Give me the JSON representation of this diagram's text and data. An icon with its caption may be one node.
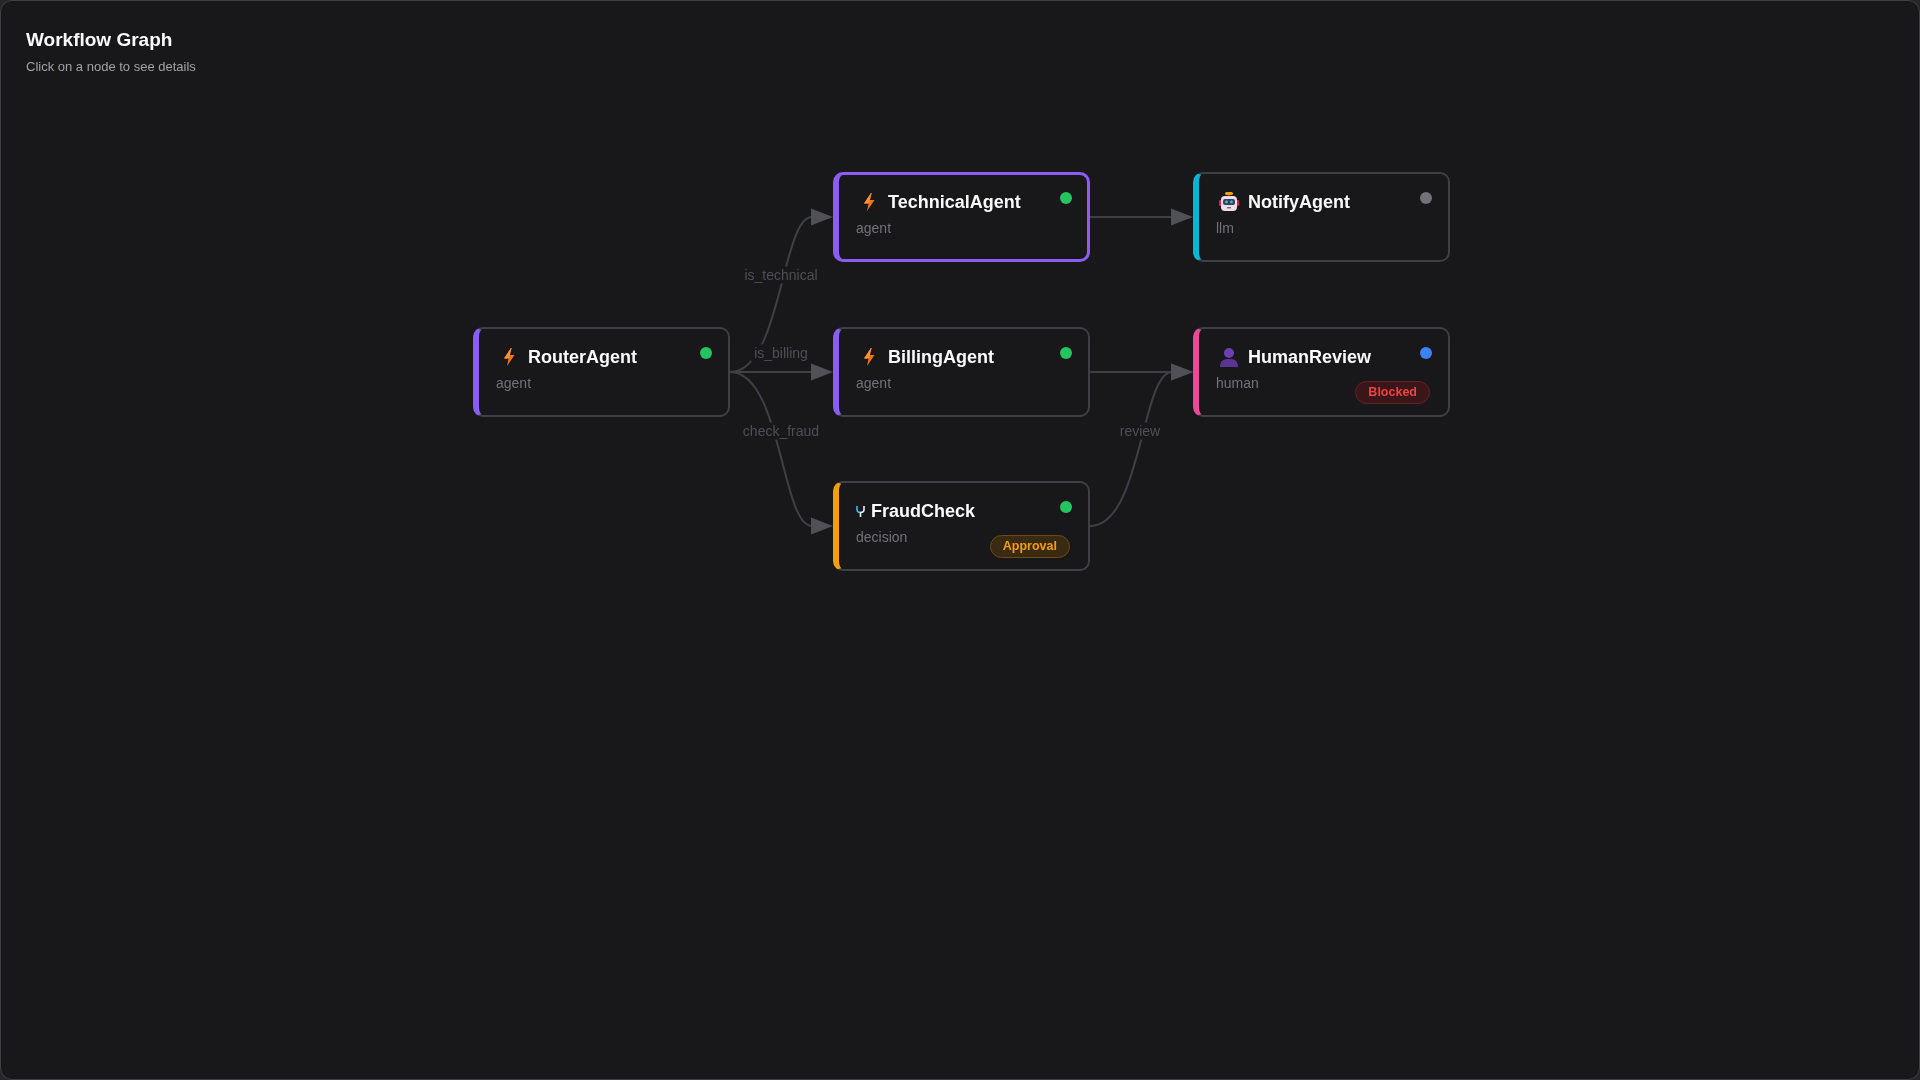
{
  "diagram": {
    "title": "Workflow Graph",
    "nodes": [
      {
        "text": [
          "RouterAgent",
          "agent"
        ]
      },
      {
        "text": [
          "TechnicalAgent",
          "agent"
        ]
      },
      {
        "text": [
          "BillingAgent",
          "agent"
        ]
      },
      {
        "text": [
          "FraudCheck",
          "decision",
          "Approval"
        ]
      },
      {
        "text": [
          "NotifyAgent",
          "llm"
        ]
      },
      {
        "text": [
          "HumanReview",
          "human",
          "Blocked"
        ]
      }
    ],
    "edges": [
      {
        "from": 0,
        "to": 1,
        "arrow": "to",
        "label": "is_technical"
      },
      {
        "from": 0,
        "to": 2,
        "arrow": "to",
        "label": "is_billing"
      },
      {
        "from": 0,
        "to": 3,
        "arrow": "to",
        "label": "check_fraud"
      },
      {
        "from": 1,
        "to": 4,
        "arrow": "to"
      },
      {
        "from": 2,
        "to": 5,
        "arrow": "to"
      },
      {
        "from": 3,
        "to": 5,
        "arrow": "to",
        "label": "review"
      }
    ],
    "labels": [
      "Click on a node to see details"
    ]
  }
}
